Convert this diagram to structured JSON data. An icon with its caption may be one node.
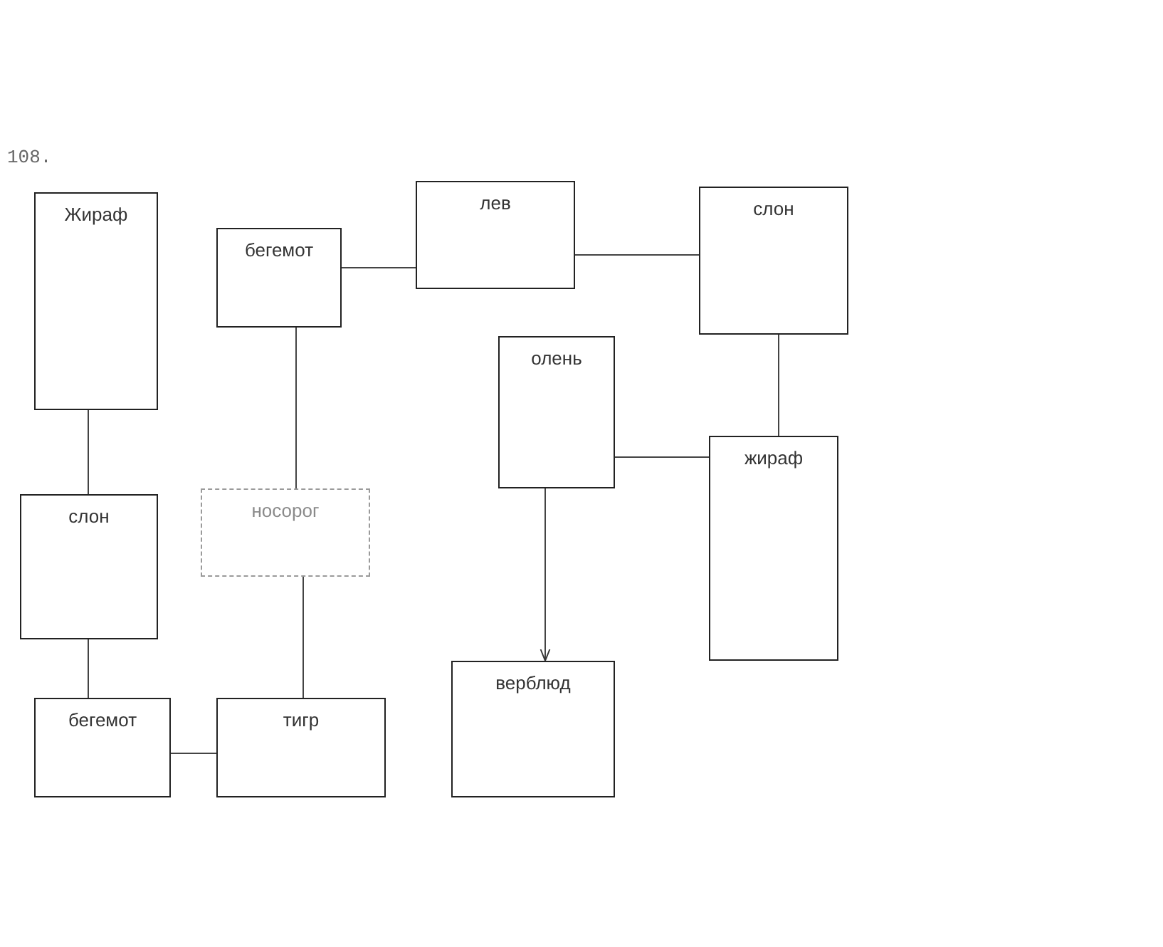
{
  "diagram": {
    "nodes": [
      {
        "text": [
          "Жираф"
        ]
      },
      {
        "text": [
          "бегемот"
        ]
      },
      {
        "text": [
          "лев"
        ]
      },
      {
        "text": [
          "слон"
        ]
      },
      {
        "text": [
          "олень"
        ]
      },
      {
        "text": [
          "слон"
        ]
      },
      {
        "text": [
          "носорог"
        ]
      },
      {
        "text": [
          "жираф"
        ]
      },
      {
        "text": [
          "бегемот"
        ]
      },
      {
        "text": [
          "тигр"
        ]
      },
      {
        "text": [
          "верблюд"
        ]
      }
    ],
    "edges": [
      {
        "from": 0,
        "to": 5,
        "arrow": "none"
      },
      {
        "from": 1,
        "to": 2,
        "arrow": "none"
      },
      {
        "from": 2,
        "to": 3,
        "arrow": "none"
      },
      {
        "from": 1,
        "to": 6,
        "arrow": "none"
      },
      {
        "from": 3,
        "to": 7,
        "arrow": "none"
      },
      {
        "from": 4,
        "to": 7,
        "arrow": "none"
      },
      {
        "from": 4,
        "to": 10,
        "arrow": "to"
      },
      {
        "from": 5,
        "to": 8,
        "arrow": "none"
      },
      {
        "from": 8,
        "to": 9,
        "arrow": "none"
      },
      {
        "from": 6,
        "to": 9,
        "arrow": "none"
      }
    ],
    "labels": [
      "108."
    ]
  }
}
